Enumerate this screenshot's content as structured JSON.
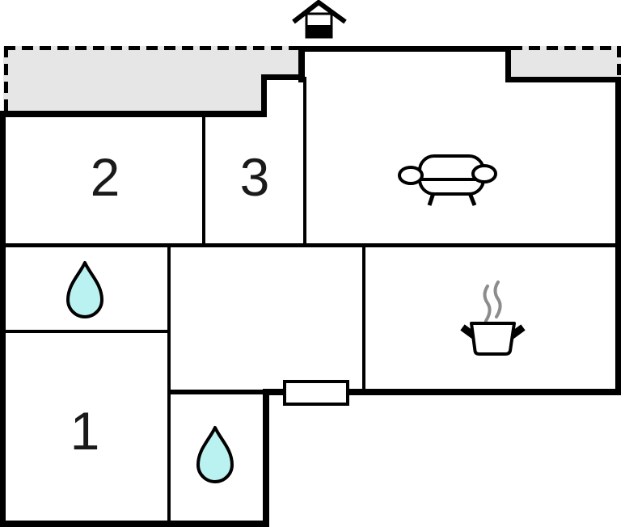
{
  "document": {
    "type": "floor-plan"
  },
  "rooms": [
    {
      "label": "1"
    },
    {
      "label": "2"
    },
    {
      "label": "3"
    }
  ],
  "icons": {
    "house": "house-icon",
    "sofa": "sofa-icon",
    "cooking_pot": "cooking-pot-icon",
    "water_drop_bathroom_upper": "water-drop-icon",
    "water_drop_bathroom_lower": "water-drop-icon",
    "window": "window-symbol",
    "terrace_upper_left": "terrace-area",
    "terrace_upper_right": "terrace-area"
  },
  "colors": {
    "wall": "#000000",
    "terrace": "#e6e6e6",
    "water_drop": "#b9f2f0",
    "steam": "#8c8c8c",
    "label": "#1a1a1a",
    "background": "#ffffff",
    "icon_fill": "#ffffff"
  }
}
